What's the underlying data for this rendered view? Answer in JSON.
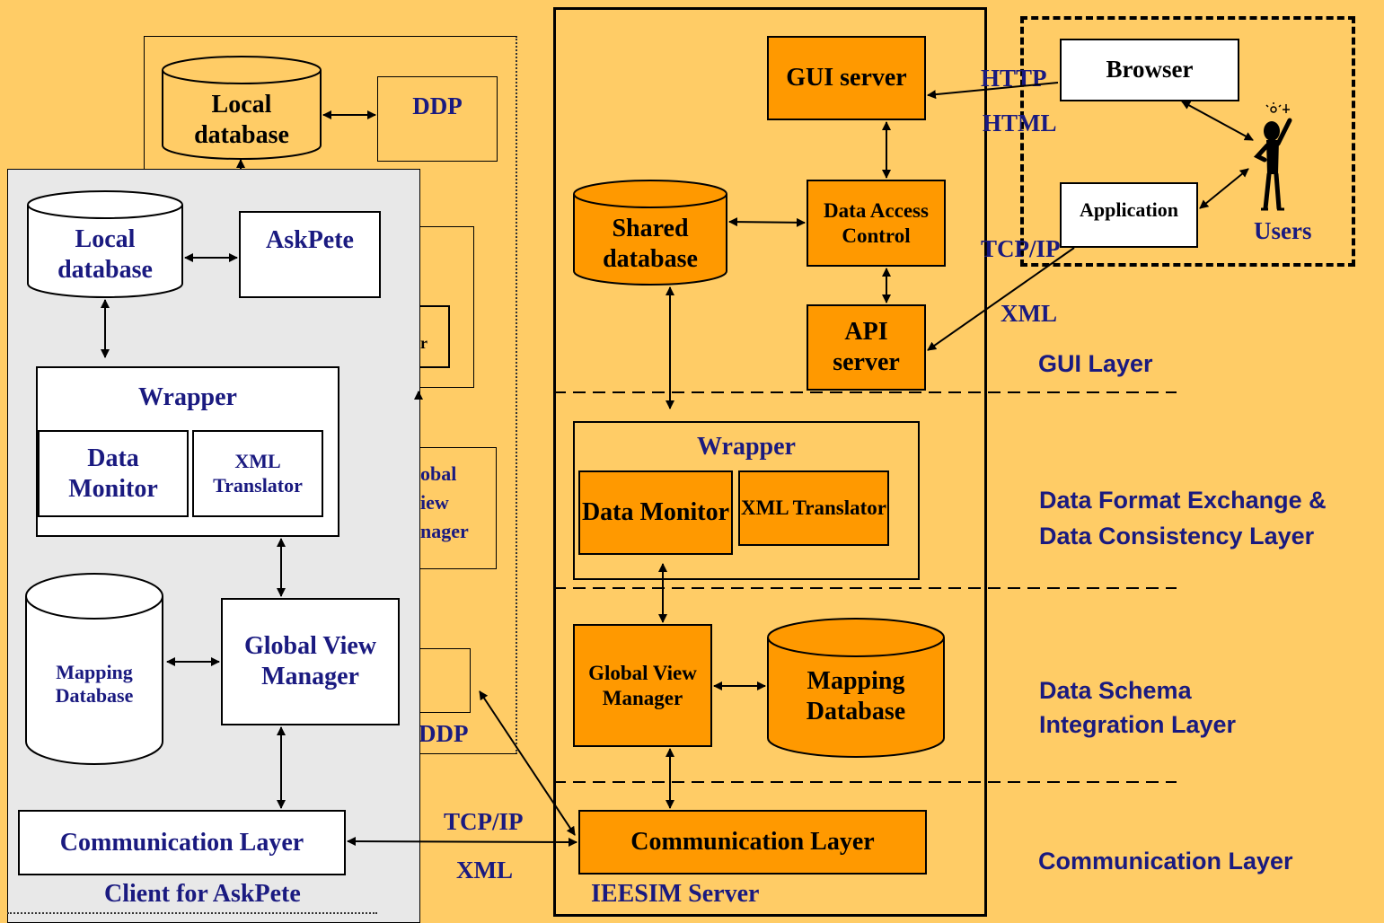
{
  "bg_node": {
    "local_database": "Local database",
    "ddp_top": "DDP",
    "manager_fragment": "r",
    "global_view_fragment_1": "obal",
    "global_view_fragment_2": "iew",
    "global_view_fragment_3": "nager",
    "ddp_bottom": "DDP"
  },
  "client": {
    "title": "Client for AskPete",
    "local_database": "Local database",
    "askpete": "AskPete",
    "wrapper": "Wrapper",
    "data_monitor": "Data Monitor",
    "xml_translator": "XML Translator",
    "mapping_database": "Mapping Database",
    "global_view_manager": "Global View Manager",
    "communication_layer": "Communication Layer"
  },
  "server": {
    "title": "IEESIM Server",
    "gui_server": "GUI server",
    "shared_database": "Shared database",
    "data_access_control": "Data Access Control",
    "api_server": "API server",
    "wrapper": "Wrapper",
    "data_monitor": "Data Monitor",
    "xml_translator": "XML Translator",
    "global_view_manager": "Global View Manager",
    "mapping_database": "Mapping Database",
    "communication_layer": "Communication Layer"
  },
  "users_area": {
    "browser": "Browser",
    "application": "Application",
    "users": "Users"
  },
  "protocols": {
    "http": "HTTP",
    "html": "HTML",
    "tcpip_top": "TCP/IP",
    "xml_top": "XML",
    "tcpip_bottom": "TCP/IP",
    "xml_bottom": "XML"
  },
  "layers": {
    "gui": "GUI  Layer",
    "data_format_1": "Data Format Exchange &",
    "data_format_2": "Data Consistency Layer",
    "data_schema_1": "Data Schema",
    "data_schema_2": "Integration  Layer",
    "communication": "Communication Layer"
  },
  "colors": {
    "background": "#FFCC66",
    "orange_box": "#FF9900",
    "client_panel": "#E8E8E8",
    "label_navy": "#1A1A80"
  }
}
